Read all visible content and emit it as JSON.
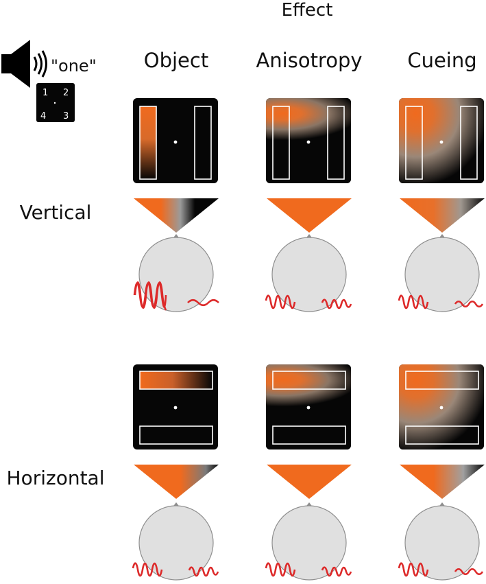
{
  "header": {
    "title": "Effect"
  },
  "legend": {
    "spoken_word": "\"one\"",
    "quadrant_numbers": [
      "1",
      "2",
      "4",
      "3"
    ]
  },
  "columns": [
    "Object",
    "Anisotropy",
    "Cueing"
  ],
  "rows": [
    "Vertical",
    "Horizontal"
  ],
  "colors": {
    "panel_bg": "#060606",
    "attention_orange": "#f06a1e",
    "head_fill": "#e0e0e0",
    "signal_red": "#dd2a2a",
    "outline_white": "#ffffff"
  }
}
